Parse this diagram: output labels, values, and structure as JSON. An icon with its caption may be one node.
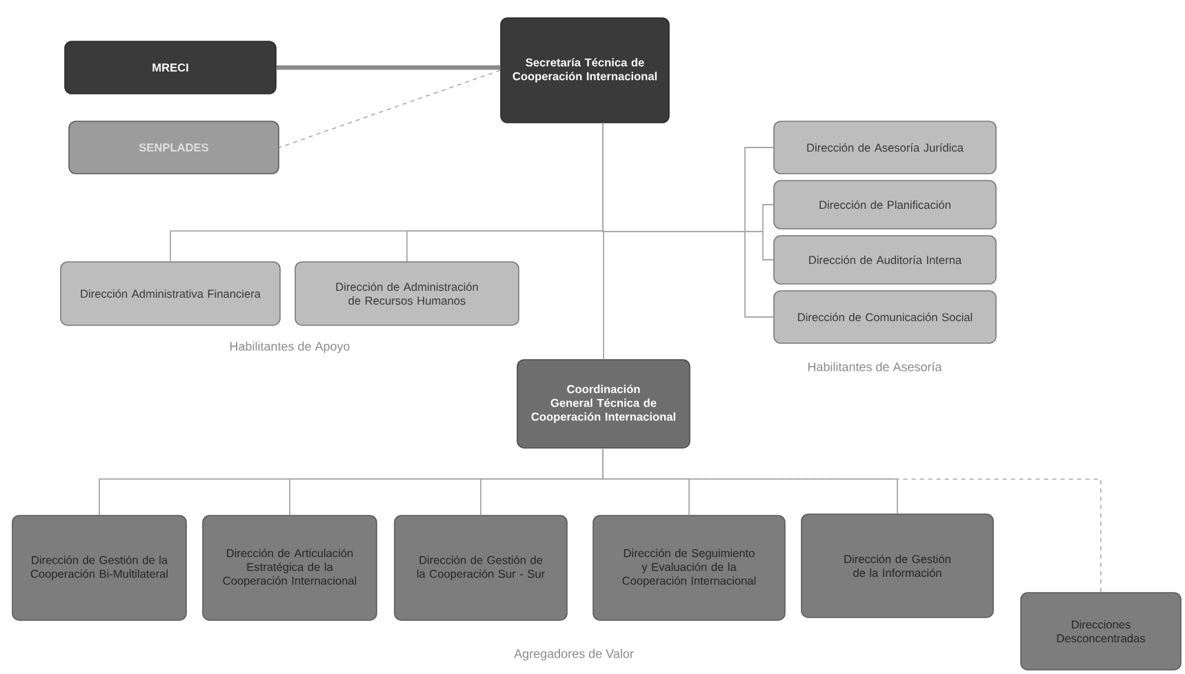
{
  "diagram": {
    "nodes": [
      {
        "text": [
          "Secretaría Técnica de Cooperación Internacional"
        ]
      },
      {
        "text": [
          "MRECI"
        ]
      },
      {
        "text": [
          "SENPLADES"
        ]
      },
      {
        "text": [
          "Dirección Administrativa Financiera"
        ]
      },
      {
        "text": [
          "Dirección de Administración de Recursos Humanos"
        ]
      },
      {
        "text": [
          "Dirección de Asesoría Jurídica"
        ]
      },
      {
        "text": [
          "Dirección de Planificación"
        ]
      },
      {
        "text": [
          "Dirección de Auditoría Interna"
        ]
      },
      {
        "text": [
          "Dirección de Comunicación Social"
        ]
      },
      {
        "text": [
          "Coordinación General Técnica de Cooperación Internacional"
        ]
      },
      {
        "text": [
          "Dirección de Gestión de la Cooperación Bi-Multilateral"
        ]
      },
      {
        "text": [
          "Dirección de Articulación Estratégica de la Cooperación Internacional"
        ]
      },
      {
        "text": [
          "Dirección de Gestión de la Cooperación Sur - Sur"
        ]
      },
      {
        "text": [
          "Dirección de Seguimiento y Evaluación de la Cooperación Internacional"
        ]
      },
      {
        "text": [
          "Dirección de Gestión de la Información"
        ]
      },
      {
        "text": [
          "Direcciones Desconcentradas"
        ]
      }
    ],
    "edges": [
      {
        "from": 0,
        "to": 1,
        "arrow": "none",
        "style": "thick"
      },
      {
        "from": 0,
        "to": 2,
        "arrow": "none",
        "style": "dashed"
      },
      {
        "from": 0,
        "to": 3,
        "arrow": "none"
      },
      {
        "from": 0,
        "to": 4,
        "arrow": "none"
      },
      {
        "from": 0,
        "to": 5,
        "arrow": "none"
      },
      {
        "from": 0,
        "to": 6,
        "arrow": "none"
      },
      {
        "from": 0,
        "to": 7,
        "arrow": "none"
      },
      {
        "from": 0,
        "to": 8,
        "arrow": "none"
      },
      {
        "from": 0,
        "to": 9,
        "arrow": "none"
      },
      {
        "from": 9,
        "to": 10,
        "arrow": "none"
      },
      {
        "from": 9,
        "to": 11,
        "arrow": "none"
      },
      {
        "from": 9,
        "to": 12,
        "arrow": "none"
      },
      {
        "from": 9,
        "to": 13,
        "arrow": "none"
      },
      {
        "from": 9,
        "to": 14,
        "arrow": "none"
      },
      {
        "from": 9,
        "to": 15,
        "arrow": "none",
        "style": "dashed"
      }
    ],
    "labels": [
      "Habilitantes de Apoyo",
      "Habilitantes de Asesoría",
      "Agregadores de Valor"
    ]
  }
}
